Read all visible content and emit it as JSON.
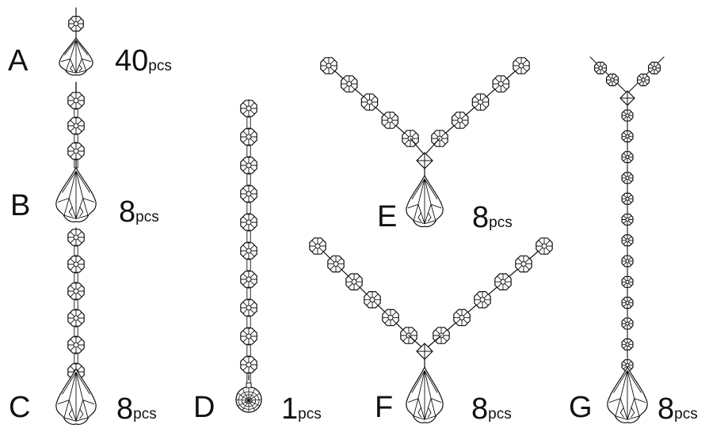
{
  "items": [
    {
      "letter": "A",
      "count": "40",
      "unit": "pcs"
    },
    {
      "letter": "B",
      "count": "8",
      "unit": "pcs"
    },
    {
      "letter": "C",
      "count": "8",
      "unit": "pcs"
    },
    {
      "letter": "D",
      "count": "1",
      "unit": "pcs"
    },
    {
      "letter": "E",
      "count": "8",
      "unit": "pcs"
    },
    {
      "letter": "F",
      "count": "8",
      "unit": "pcs"
    },
    {
      "letter": "G",
      "count": "8",
      "unit": "pcs"
    }
  ],
  "colors": {
    "line": "#111111",
    "background": "#ffffff"
  },
  "icons": [
    "octagon-bead-icon",
    "diamond-connector-icon",
    "pendeloque-pendant-icon",
    "ball-pendant-icon"
  ]
}
